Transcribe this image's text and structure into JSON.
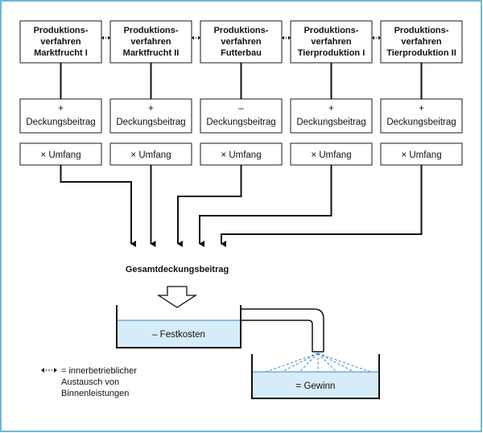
{
  "procedures": [
    {
      "line1": "Produktions-",
      "line2": "verfahren",
      "line3": "Marktfrucht I",
      "sign": "+"
    },
    {
      "line1": "Produktions-",
      "line2": "verfahren",
      "line3": "Marktfrucht II",
      "sign": "+"
    },
    {
      "line1": "Produktions-",
      "line2": "verfahren",
      "line3": "Futterbau",
      "sign": "–"
    },
    {
      "line1": "Produktions-",
      "line2": "verfahren",
      "line3": "Tierproduktion I",
      "sign": "+"
    },
    {
      "line1": "Produktions-",
      "line2": "verfahren",
      "line3": "Tierproduktion II",
      "sign": "+"
    }
  ],
  "contribution_label": "Deckungsbeitrag",
  "scope_label": "× Umfang",
  "total_label": "Gesamtdeckungsbeitrag",
  "fixed_cost_label": "– Festkosten",
  "profit_label": "= Gewinn",
  "legend": {
    "line1": "= innerbetrieblicher",
    "line2": "Austausch von",
    "line3": "Binnenleistungen"
  },
  "colors": {
    "water": "#d6ecf8",
    "frame": "#6fb6d8",
    "spray": "#3a86c8"
  }
}
